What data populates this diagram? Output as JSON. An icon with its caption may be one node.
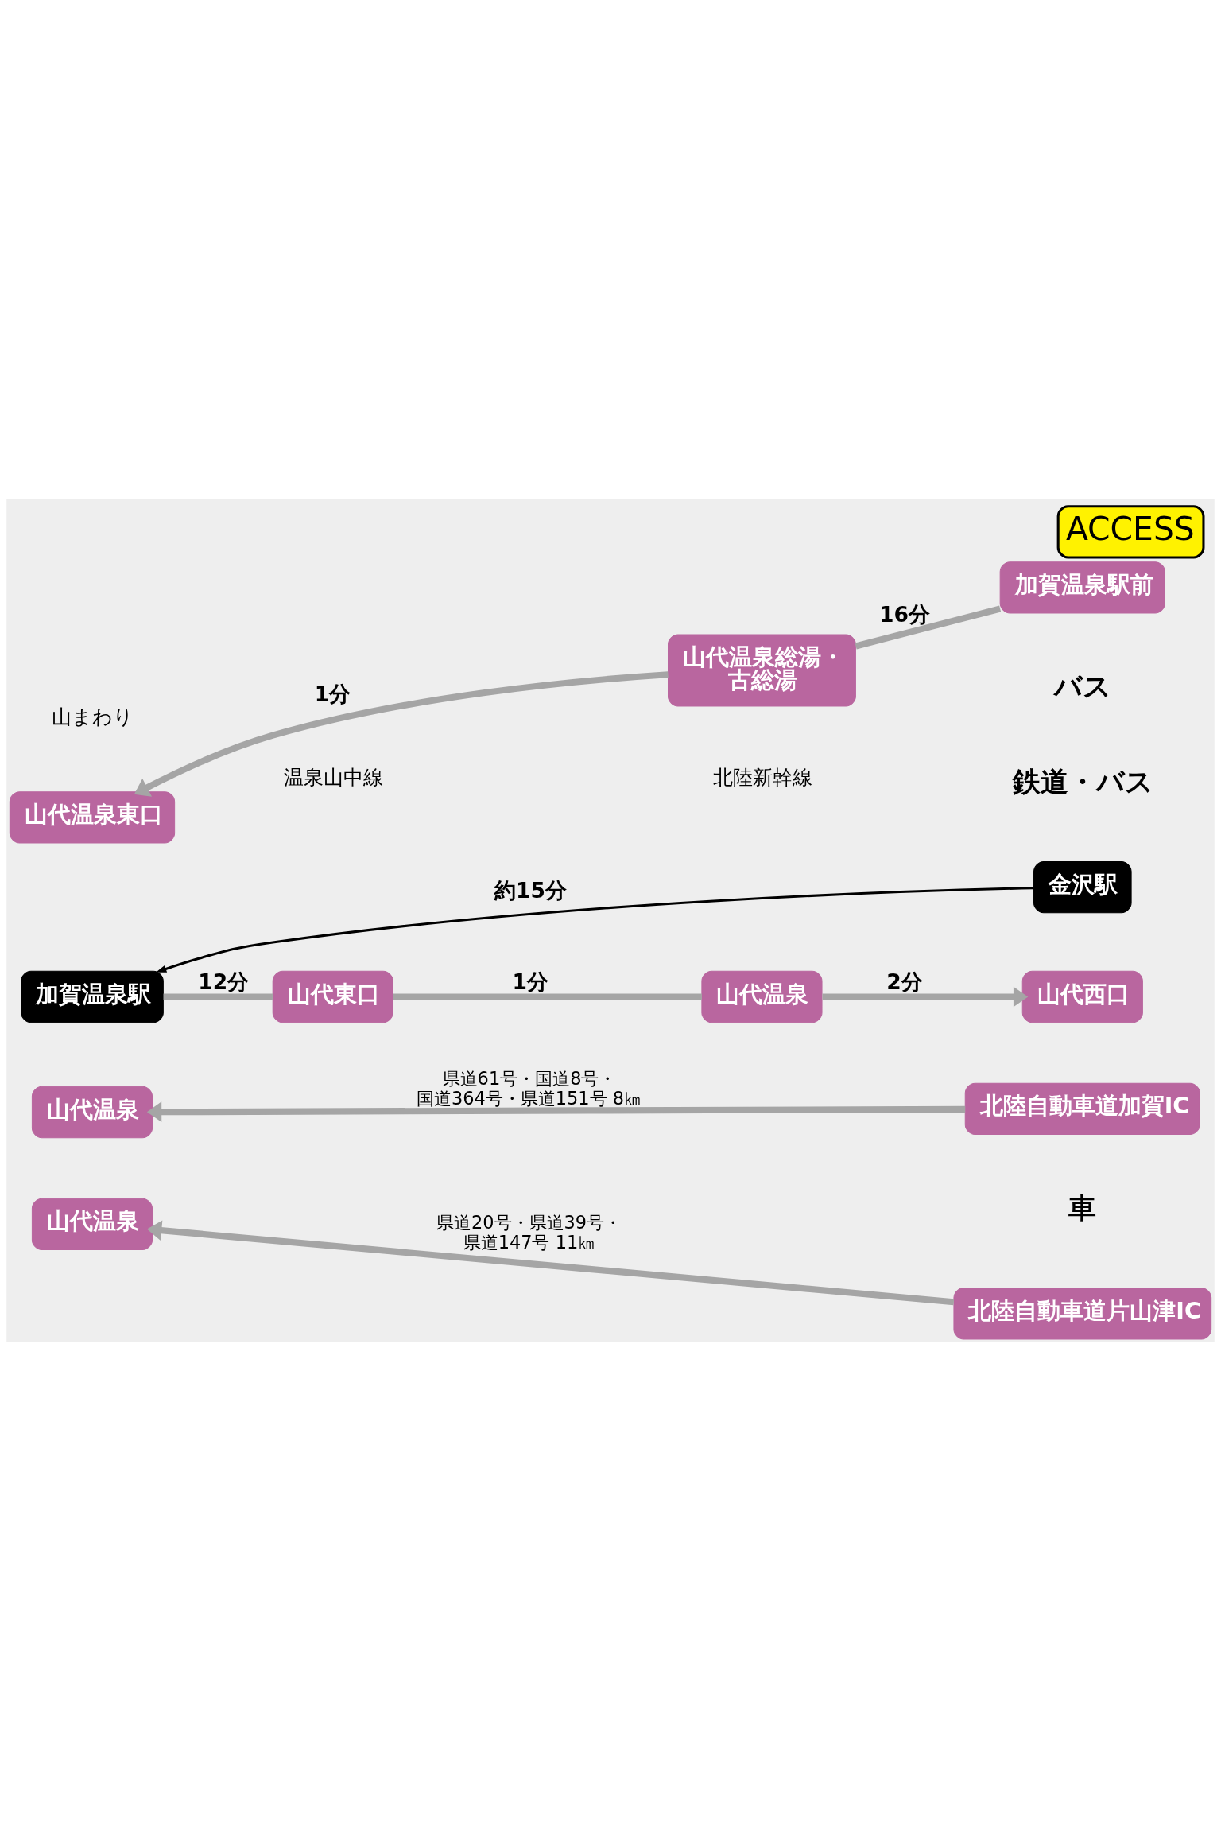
{
  "diagram": {
    "title": "ACCESS",
    "nodes": [
      {
        "text": [
          "加賀温泉駅前"
        ]
      },
      {
        "text": [
          "山代温泉総湯・古総湯"
        ]
      },
      {
        "text": [
          "山代温泉東口"
        ]
      },
      {
        "text": [
          "金沢駅"
        ]
      },
      {
        "text": [
          "加賀温泉駅"
        ]
      },
      {
        "text": [
          "山代東口"
        ]
      },
      {
        "text": [
          "山代温泉"
        ]
      },
      {
        "text": [
          "山代西口"
        ]
      },
      {
        "text": [
          "北陸自動車道加賀IC"
        ]
      },
      {
        "text": [
          "山代温泉"
        ]
      },
      {
        "text": [
          "北陸自動車道片山津IC"
        ]
      },
      {
        "text": [
          "山代温泉"
        ]
      }
    ],
    "edges": [
      {
        "from": 0,
        "to": 1,
        "arrow": "none",
        "label": "16分"
      },
      {
        "from": 1,
        "to": 2,
        "arrow": "to",
        "label": "1分"
      },
      {
        "from": 3,
        "to": 4,
        "arrow": "to",
        "label": "約15分",
        "color": "#000000"
      },
      {
        "from": 4,
        "to": 5,
        "arrow": "none",
        "label": "12分"
      },
      {
        "from": 5,
        "to": 6,
        "arrow": "none",
        "label": "1分"
      },
      {
        "from": 6,
        "to": 7,
        "arrow": "to",
        "label": "2分"
      },
      {
        "from": 8,
        "to": 9,
        "arrow": "to",
        "label": "県道61号・国道8号・国道364号・県道151号 8㎞"
      },
      {
        "from": 10,
        "to": 11,
        "arrow": "to",
        "label": "県道20号・県道39号・県道147号 11㎞"
      }
    ],
    "labels": [
      "山まわり",
      "バス",
      "北陸新幹線",
      "鉄道・バス",
      "温泉山中線",
      "車"
    ]
  }
}
